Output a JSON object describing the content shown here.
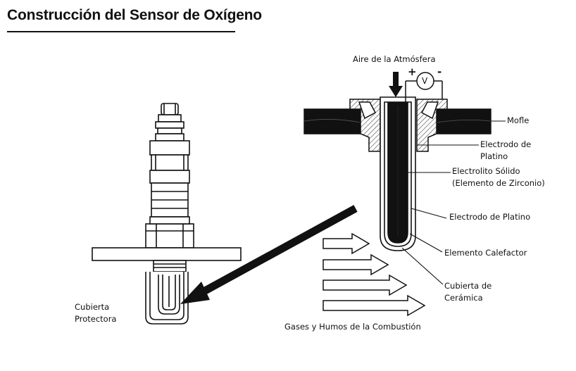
{
  "title": "Construcción del Sensor de Oxígeno",
  "labels": {
    "aire_atmosfera": "Aire de la Atmósfera",
    "plus": "+",
    "minus": "-",
    "voltmeter": "V",
    "mofle": "Mofle",
    "electrodo_platino_1": [
      "Electrodo de",
      "Platino"
    ],
    "electrolito": [
      "Electrolito Sólido",
      "(Elemento de Zirconio)"
    ],
    "electrodo_platino_2": "Electrodo de Platino",
    "elemento_calefactor": "Elemento Calefactor",
    "cubierta_ceramica": [
      "Cubierta de",
      "Cerámica"
    ],
    "gases_humos": "Gases y Humos de la Combustión",
    "cubierta_protectora": [
      "Cubierta",
      "Protectora"
    ]
  }
}
